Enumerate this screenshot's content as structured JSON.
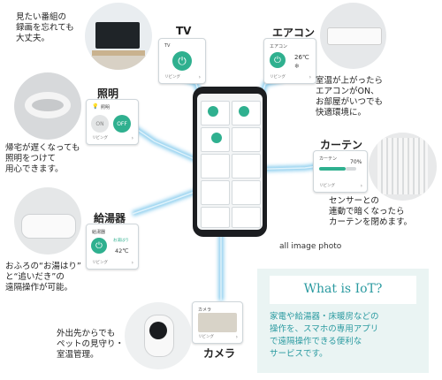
{
  "devices": {
    "tv": {
      "label": "TV",
      "caption": [
        "見たい番組の",
        "録画を忘れても",
        "大丈夫。"
      ],
      "card_title": "TV",
      "card_footer": "リビング"
    },
    "aircon": {
      "label": "エアコン",
      "caption": [
        "室温が上がったら",
        "エアコンがON、",
        "お部屋がいつでも",
        "快適環境に。"
      ],
      "card_title": "エアコン",
      "card_temp": "26℃",
      "card_footer": "リビング"
    },
    "light": {
      "label": "照明",
      "caption": [
        "帰宅が遅くなっても",
        "照明をつけて",
        "用心できます。"
      ],
      "card_title": "照明",
      "card_on": "ON",
      "card_off": "OFF",
      "card_footer": "リビング"
    },
    "curtain": {
      "label": "カーテン",
      "caption": [
        "センサーとの",
        "連動で暗くなったら",
        "カーテンを閉めます。"
      ],
      "card_title": "カーテン",
      "card_value": "70%",
      "card_footer": "リビング"
    },
    "water_heater": {
      "label": "給湯器",
      "caption": [
        "おふろの“お湯はり”",
        "と“追いだき”の",
        "遠隔操作が可能。"
      ],
      "card_title": "給湯器",
      "card_status": "お湯はり",
      "card_temp": "42℃",
      "card_footer": "リビング"
    },
    "camera": {
      "label": "カメラ",
      "caption": [
        "外出先からでも",
        "ペットの見守り・",
        "室温管理。"
      ],
      "card_title": "カメラ",
      "card_footer": "リビング"
    }
  },
  "photo_note": "all image photo",
  "info": {
    "title": "What is IoT?",
    "body": [
      "家電や給湯器・床暖房などの",
      "操作を、スマホの専用アプリ",
      "で遠隔操作できる便利な",
      "サービスです。"
    ]
  },
  "colors": {
    "accent": "#2fb08f",
    "glow": "#7fc8ec",
    "info_bg": "#eaf4f3",
    "info_text": "#2a9aa0"
  }
}
